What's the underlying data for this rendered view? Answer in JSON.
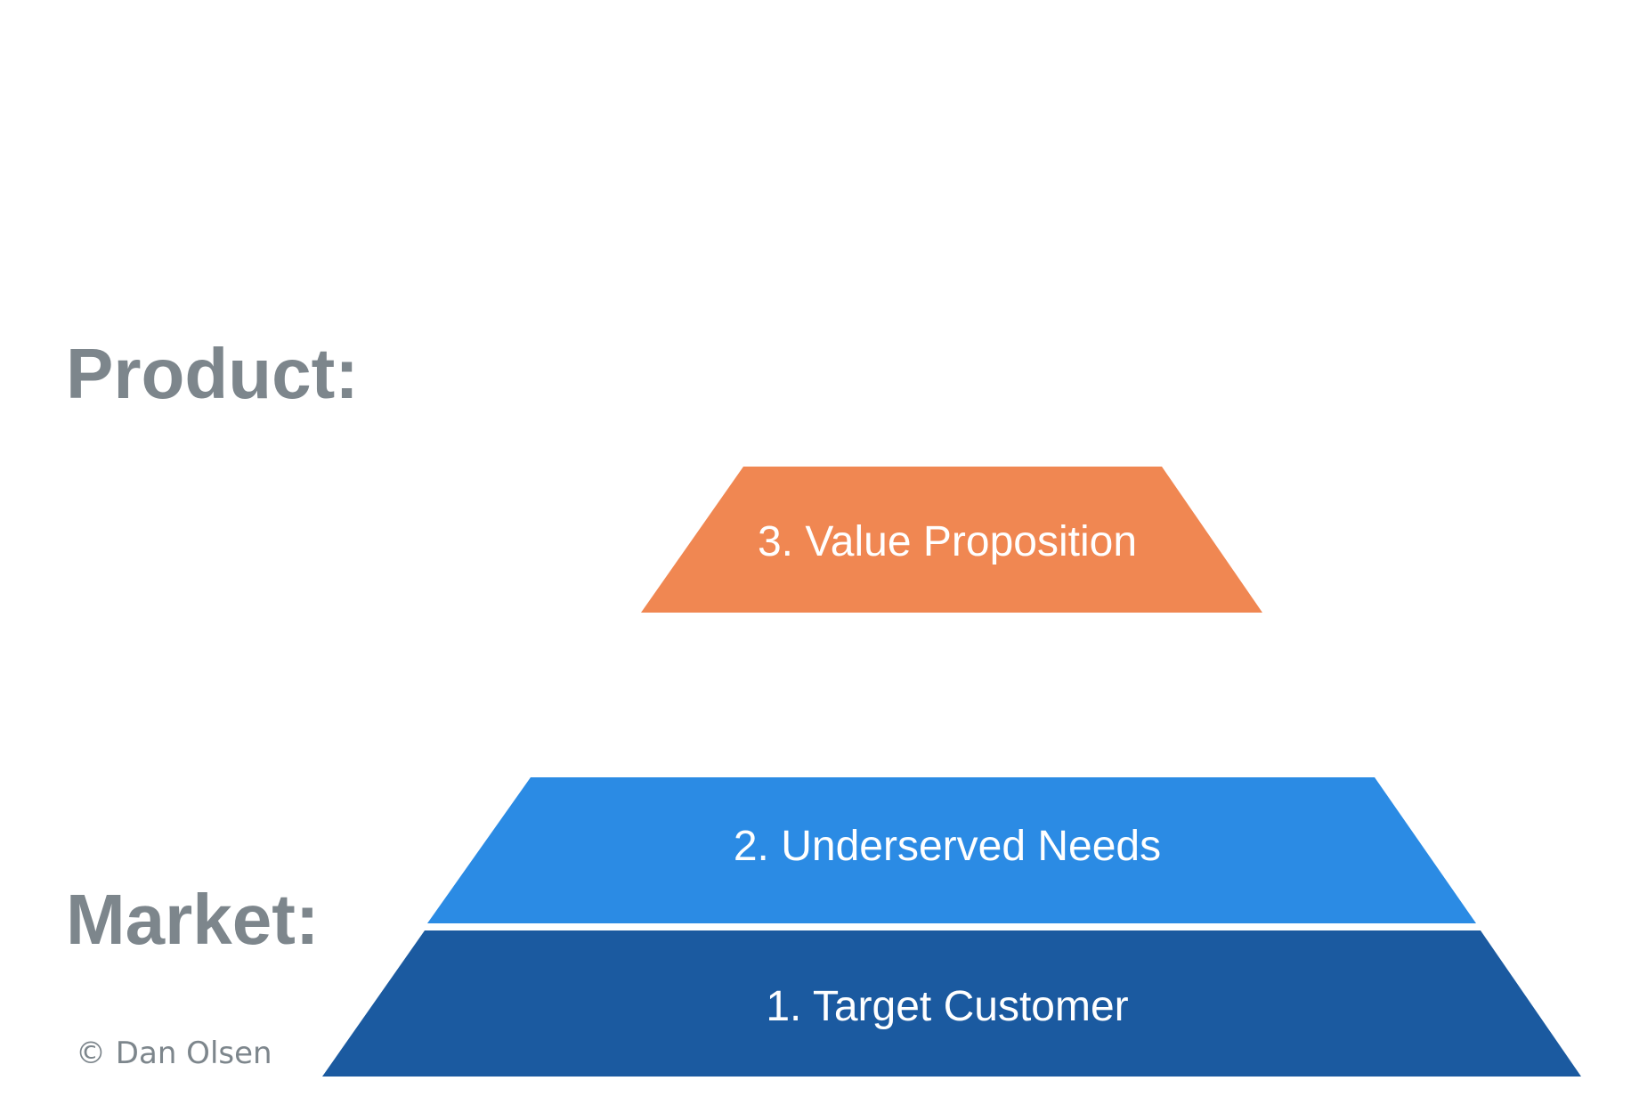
{
  "labels": {
    "product": "Product:",
    "market": "Market:"
  },
  "tiers": [
    {
      "id": "target-customer",
      "text": "1. Target Customer",
      "color": "#1B5AA0"
    },
    {
      "id": "underserved-needs",
      "text": "2. Underserved Needs",
      "color": "#2B8BE4"
    },
    {
      "id": "value-proposition",
      "text": "3. Value Proposition",
      "color": "#F08752"
    }
  ],
  "copyright": "© Dan Olsen",
  "colors": {
    "label_text": "#7D868C",
    "tier_text": "#FFFFFF",
    "copyright_text": "#7D868C",
    "background": "#FFFFFF"
  }
}
